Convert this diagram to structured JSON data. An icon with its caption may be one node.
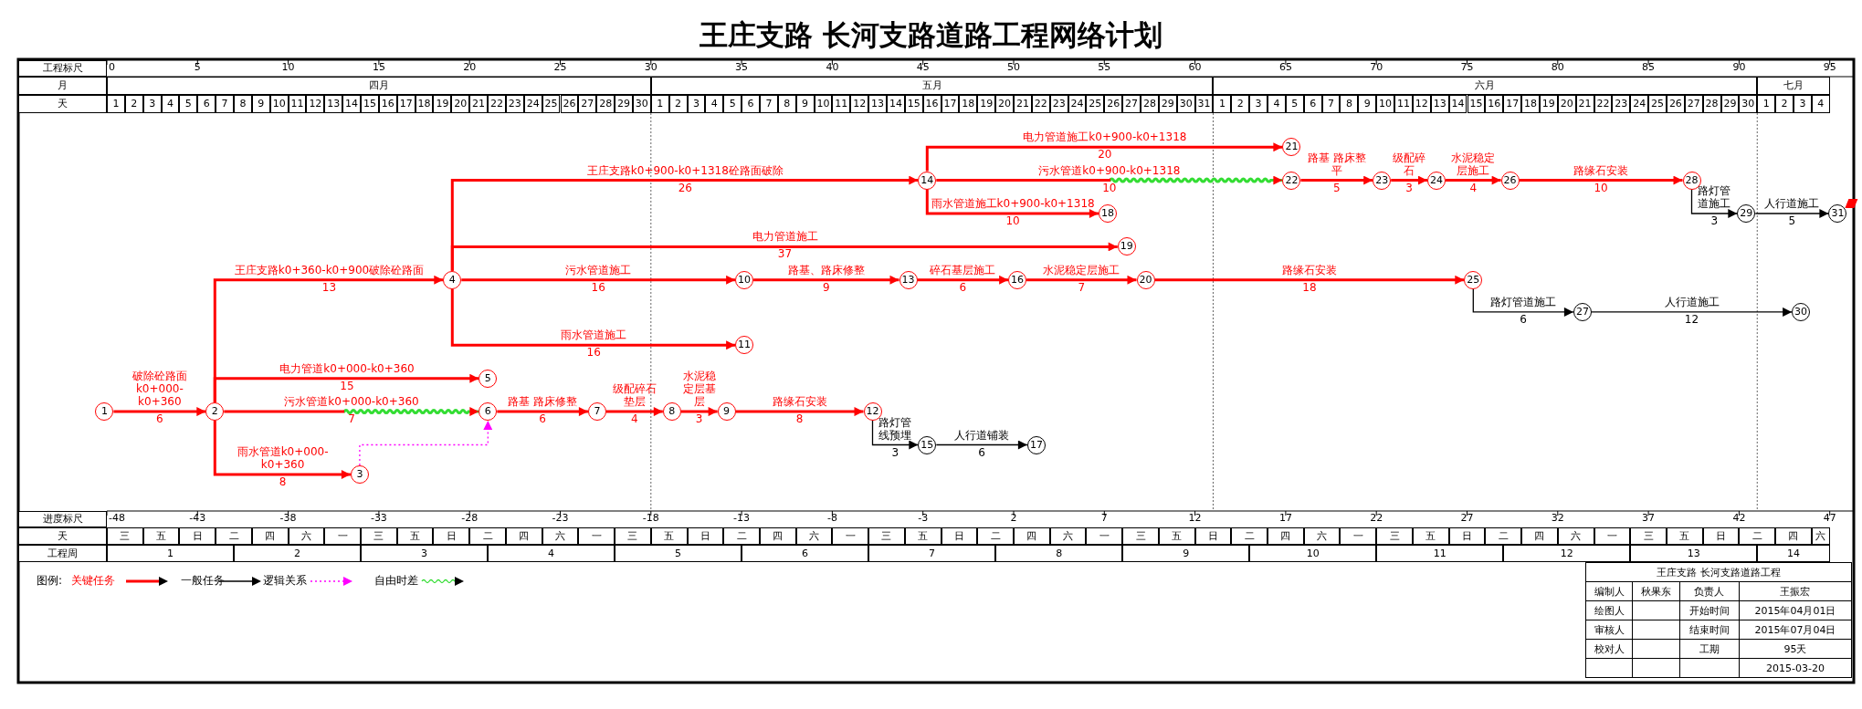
{
  "diagram": {
    "title": "王庄支路 长河支路道路工程网络计划",
    "nodes": [
      {
        "text": [
          "1"
        ]
      },
      {
        "text": [
          "2"
        ]
      },
      {
        "text": [
          "3"
        ]
      },
      {
        "text": [
          "4"
        ]
      },
      {
        "text": [
          "5"
        ]
      },
      {
        "text": [
          "6"
        ]
      },
      {
        "text": [
          "7"
        ]
      },
      {
        "text": [
          "8"
        ]
      },
      {
        "text": [
          "9"
        ]
      },
      {
        "text": [
          "10"
        ]
      },
      {
        "text": [
          "11"
        ]
      },
      {
        "text": [
          "12"
        ]
      },
      {
        "text": [
          "13"
        ]
      },
      {
        "text": [
          "14"
        ]
      },
      {
        "text": [
          "15"
        ]
      },
      {
        "text": [
          "16"
        ]
      },
      {
        "text": [
          "17"
        ]
      },
      {
        "text": [
          "18"
        ]
      },
      {
        "text": [
          "19"
        ]
      },
      {
        "text": [
          "20"
        ]
      },
      {
        "text": [
          "21"
        ]
      },
      {
        "text": [
          "22"
        ]
      },
      {
        "text": [
          "23"
        ]
      },
      {
        "text": [
          "24"
        ]
      },
      {
        "text": [
          "25"
        ]
      },
      {
        "text": [
          "26"
        ]
      },
      {
        "text": [
          "27"
        ]
      },
      {
        "text": [
          "28"
        ]
      },
      {
        "text": [
          "29"
        ]
      },
      {
        "text": [
          "30"
        ]
      },
      {
        "text": [
          "31"
        ]
      }
    ],
    "edges": [
      {
        "from": 0,
        "to": 1,
        "arrow": "to",
        "label": "破除砼路面 k0+000-k0+360 6"
      },
      {
        "from": 1,
        "to": 3,
        "arrow": "to",
        "label": "王庄支路k0+360-k0+900破除砼路面 13"
      },
      {
        "from": 1,
        "to": 4,
        "arrow": "to",
        "label": "电力管道k0+000-k0+360 15"
      },
      {
        "from": 1,
        "to": 5,
        "arrow": "to",
        "label": "污水管道k0+000-k0+360 7"
      },
      {
        "from": 1,
        "to": 2,
        "arrow": "to",
        "label": "雨水管道k0+000-k0+360 8"
      },
      {
        "from": 2,
        "to": 5,
        "arrow": "to",
        "style": "dashed",
        "color": "#ff00ff"
      },
      {
        "from": 5,
        "to": 6,
        "arrow": "to",
        "label": "路基 路床修整 6"
      },
      {
        "from": 6,
        "to": 7,
        "arrow": "to",
        "label": "级配碎石垫层 4"
      },
      {
        "from": 7,
        "to": 8,
        "arrow": "to",
        "label": "水泥稳定层基层 3"
      },
      {
        "from": 8,
        "to": 11,
        "arrow": "to",
        "label": "路缘石安装 8"
      },
      {
        "from": 11,
        "to": 14,
        "arrow": "to",
        "label": "路灯管线预埋 3",
        "color": "#000000"
      },
      {
        "from": 14,
        "to": 16,
        "arrow": "to",
        "label": "人行道铺装 6",
        "color": "#000000"
      },
      {
        "from": 3,
        "to": 13,
        "arrow": "to",
        "label": "王庄支路k0+900-k0+1318砼路面破除 26"
      },
      {
        "from": 3,
        "to": 18,
        "arrow": "to",
        "label": "电力管道施工 37"
      },
      {
        "from": 3,
        "to": 9,
        "arrow": "to",
        "label": "污水管道施工 16"
      },
      {
        "from": 3,
        "to": 10,
        "arrow": "to",
        "label": "雨水管道施工 16"
      },
      {
        "from": 13,
        "to": 20,
        "arrow": "to",
        "label": "电力管道施工k0+900-k0+1318 20"
      },
      {
        "from": 13,
        "to": 21,
        "arrow": "to",
        "label": "污水管道k0+900-k0+1318 10"
      },
      {
        "from": 13,
        "to": 17,
        "arrow": "to",
        "label": "雨水管道施工k0+900-k0+1318 10"
      },
      {
        "from": 9,
        "to": 12,
        "arrow": "to",
        "label": "路基、路床修整 9"
      },
      {
        "from": 12,
        "to": 15,
        "arrow": "to",
        "label": "碎石基层施工 6"
      },
      {
        "from": 15,
        "to": 19,
        "arrow": "to",
        "label": "水泥稳定层施工 7"
      },
      {
        "from": 19,
        "to": 24,
        "arrow": "to",
        "label": "路缘石安装 18"
      },
      {
        "from": 24,
        "to": 26,
        "arrow": "to",
        "label": "路灯管道施工 6",
        "color": "#000000"
      },
      {
        "from": 26,
        "to": 29,
        "arrow": "to",
        "label": "人行道施工 12",
        "color": "#000000"
      },
      {
        "from": 21,
        "to": 22,
        "arrow": "to",
        "label": "路基 路床整平 5"
      },
      {
        "from": 22,
        "to": 23,
        "arrow": "to",
        "label": "级配碎石 3"
      },
      {
        "from": 23,
        "to": 25,
        "arrow": "to",
        "label": "水泥稳定层施工 4"
      },
      {
        "from": 25,
        "to": 27,
        "arrow": "to",
        "label": "路缘石安装 10"
      },
      {
        "from": 27,
        "to": 28,
        "arrow": "to",
        "label": "路灯管道施工 3",
        "color": "#000000"
      },
      {
        "from": 28,
        "to": 30,
        "arrow": "to",
        "label": "人行道施工 5",
        "color": "#000000"
      }
    ],
    "labels": [
      "工程标尺",
      "0",
      "5",
      "10",
      "15",
      "20",
      "25",
      "30",
      "35",
      "40",
      "45",
      "50",
      "55",
      "60",
      "65",
      "70",
      "75",
      "80",
      "85",
      "90",
      "95",
      "月",
      "四月",
      "五月",
      "六月",
      "七月",
      "天",
      "1",
      "2",
      "3",
      "4",
      "5",
      "6",
      "7",
      "8",
      "9",
      "10",
      "11",
      "12",
      "13",
      "14",
      "15",
      "16",
      "17",
      "18",
      "19",
      "20",
      "21",
      "22",
      "23",
      "24",
      "25",
      "26",
      "27",
      "28",
      "29",
      "30",
      "1",
      "2",
      "3",
      "4",
      "5",
      "6",
      "7",
      "8",
      "9",
      "10",
      "11",
      "12",
      "13",
      "14",
      "15",
      "16",
      "17",
      "18",
      "19",
      "20",
      "21",
      "22",
      "23",
      "24",
      "25",
      "26",
      "27",
      "28",
      "29",
      "30",
      "31",
      "1",
      "2",
      "3",
      "4",
      "5",
      "6",
      "7",
      "8",
      "9",
      "10",
      "11",
      "12",
      "13",
      "14",
      "15",
      "16",
      "17",
      "18",
      "19",
      "20",
      "21",
      "22",
      "23",
      "24",
      "25",
      "26",
      "27",
      "28",
      "29",
      "30",
      "1",
      "2",
      "3",
      "4",
      "进度标尺",
      "-48",
      "-43",
      "-38",
      "-33",
      "-28",
      "-23",
      "-18",
      "-13",
      "-8",
      "-3",
      "2",
      "7",
      "12",
      "17",
      "22",
      "27",
      "32",
      "37",
      "42",
      "47",
      "天",
      "三",
      "五",
      "日",
      "二",
      "四",
      "六",
      "一",
      "三",
      "五",
      "日",
      "二",
      "四",
      "六",
      "一",
      "三",
      "五",
      "日",
      "二",
      "四",
      "六",
      "一",
      "三",
      "五",
      "日",
      "二",
      "四",
      "六",
      "一",
      "三",
      "五",
      "日",
      "二",
      "四",
      "六",
      "一",
      "三",
      "五",
      "日",
      "二",
      "四",
      "六",
      "一",
      "三",
      "五",
      "日",
      "二",
      "四",
      "六",
      "工程周",
      "1",
      "2",
      "3",
      "4",
      "5",
      "6",
      "7",
      "8",
      "9",
      "10",
      "11",
      "12",
      "13",
      "14",
      "图例:",
      "王庄支路 长河支路道路工程",
      "编制人",
      "秋果东",
      "负责人",
      "王振宏",
      "绘图人",
      "开始时间",
      "2015年04月01日",
      "审核人",
      "结束时间",
      "2015年07月04日",
      "校对人",
      "工期",
      "95天",
      "2015-03-20"
    ],
    "legend": [
      {
        "text": "关键任务"
      },
      {
        "text": "一般任务"
      },
      {
        "text": "逻辑关系"
      },
      {
        "text": "自由时差"
      }
    ]
  }
}
